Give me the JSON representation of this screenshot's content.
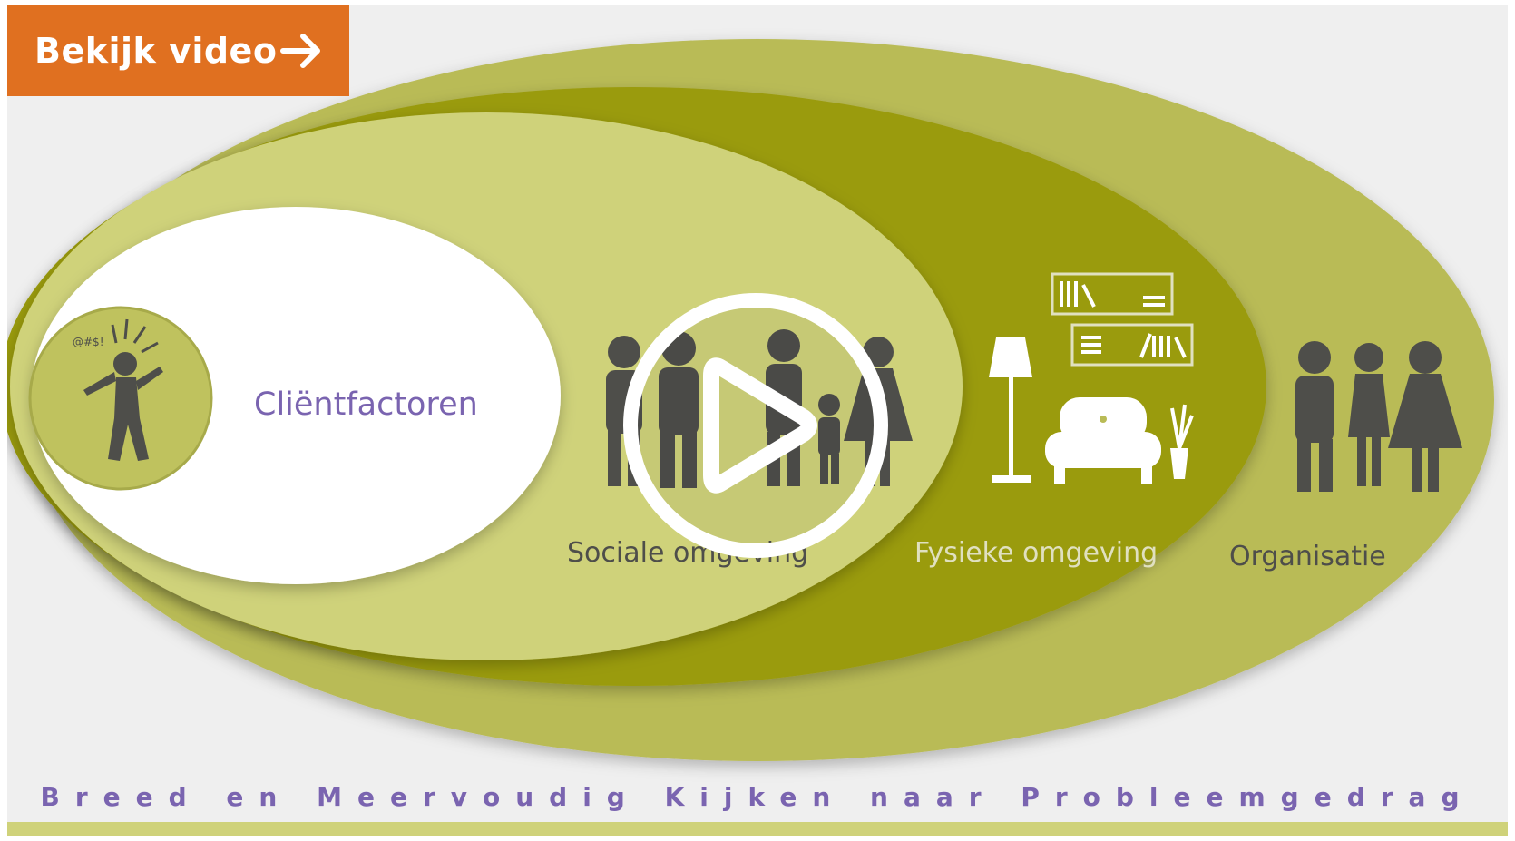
{
  "video_button": {
    "label": "Bekijk video",
    "icon": "arrow-right-icon",
    "color": "#e07020"
  },
  "play_button": {
    "icon": "play-icon"
  },
  "diagram": {
    "layers": [
      {
        "label": "Cliëntfactoren",
        "icon": "distressed-person-icon"
      },
      {
        "label": "Sociale omgeving",
        "icon": "family-group-icon"
      },
      {
        "label": "Fysieke omgeving",
        "icon": "furnished-room-icon"
      },
      {
        "label": "Organisatie",
        "icon": "staff-group-icon"
      }
    ],
    "tagline": "Breed en Meervoudig Kijken naar Probleemgedrag"
  },
  "colors": {
    "outer_ellipse": "#b9bb56",
    "dark_ellipse": "#9a9b11",
    "light_ellipse": "#cfd27a",
    "client_circle": "#bfc25e",
    "figure": "#4e4e4a",
    "accent_text": "#7a64b0"
  }
}
